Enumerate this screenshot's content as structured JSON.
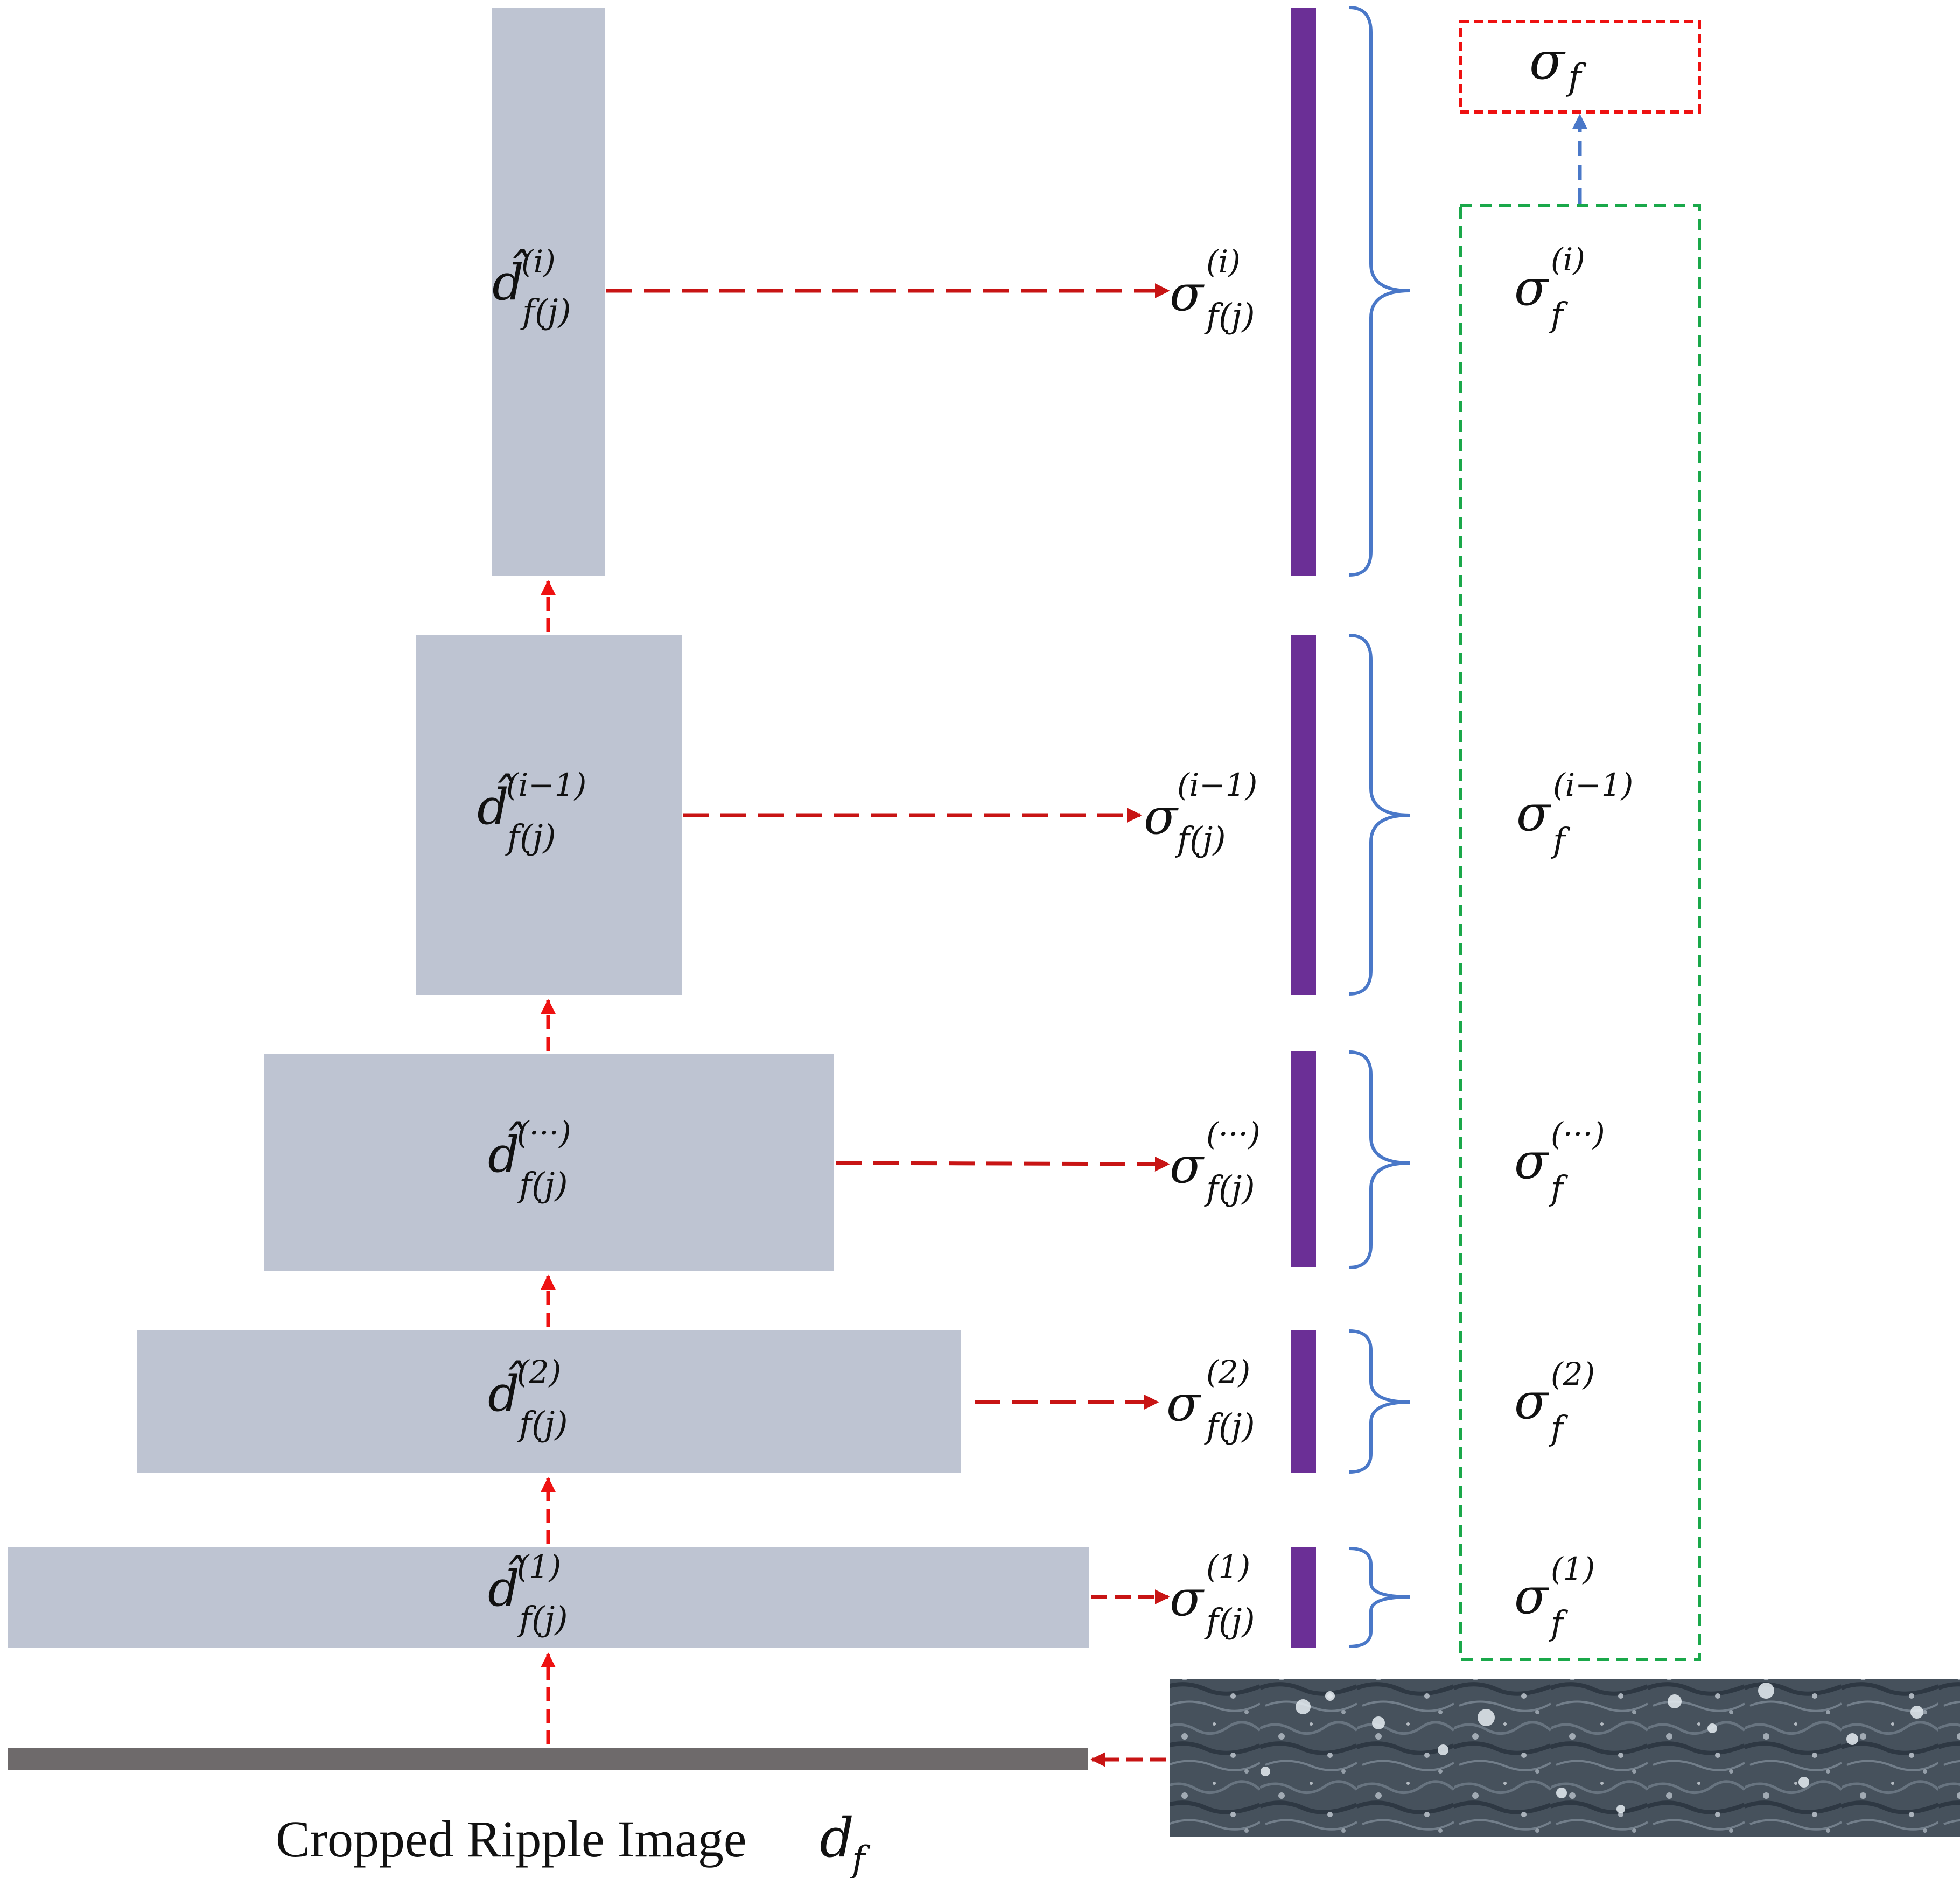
{
  "caption": {
    "text": "Cropped Ripple Image",
    "symbol": "d",
    "symbol_sub": "f"
  },
  "output": {
    "symbol": "σ",
    "sub": "f"
  },
  "levels": [
    {
      "d_sup": "(i)",
      "sig_sup": "(i)",
      "sub_paren": "f(j)",
      "sigf_sup": "(i)"
    },
    {
      "d_sup": "(i−1)",
      "sig_sup": "(i−1)",
      "sub_paren": "f(j)",
      "sigf_sup": "(i−1)"
    },
    {
      "d_sup": "(···)",
      "sig_sup": "(···)",
      "sub_paren": "f(j)",
      "sigf_sup": "(···)"
    },
    {
      "d_sup": "(2)",
      "sig_sup": "(2)",
      "sub_paren": "f(j)",
      "sigf_sup": "(2)"
    },
    {
      "d_sup": "(1)",
      "sig_sup": "(1)",
      "sub_paren": "f(j)",
      "sigf_sup": "(1)"
    }
  ],
  "symbols": {
    "d_hat": "d̂",
    "sigma": "σ",
    "f": "f"
  },
  "colors": {
    "block_fill": "#bec4d2",
    "purple_bar": "#6b2f96",
    "red_dash": "#c81414",
    "bright_red": "#ee1111",
    "brace_blue": "#4a78c8",
    "green_dash": "#1aa84a",
    "base_bar": "#6e6a6b",
    "water_dark": "#4a5660"
  }
}
